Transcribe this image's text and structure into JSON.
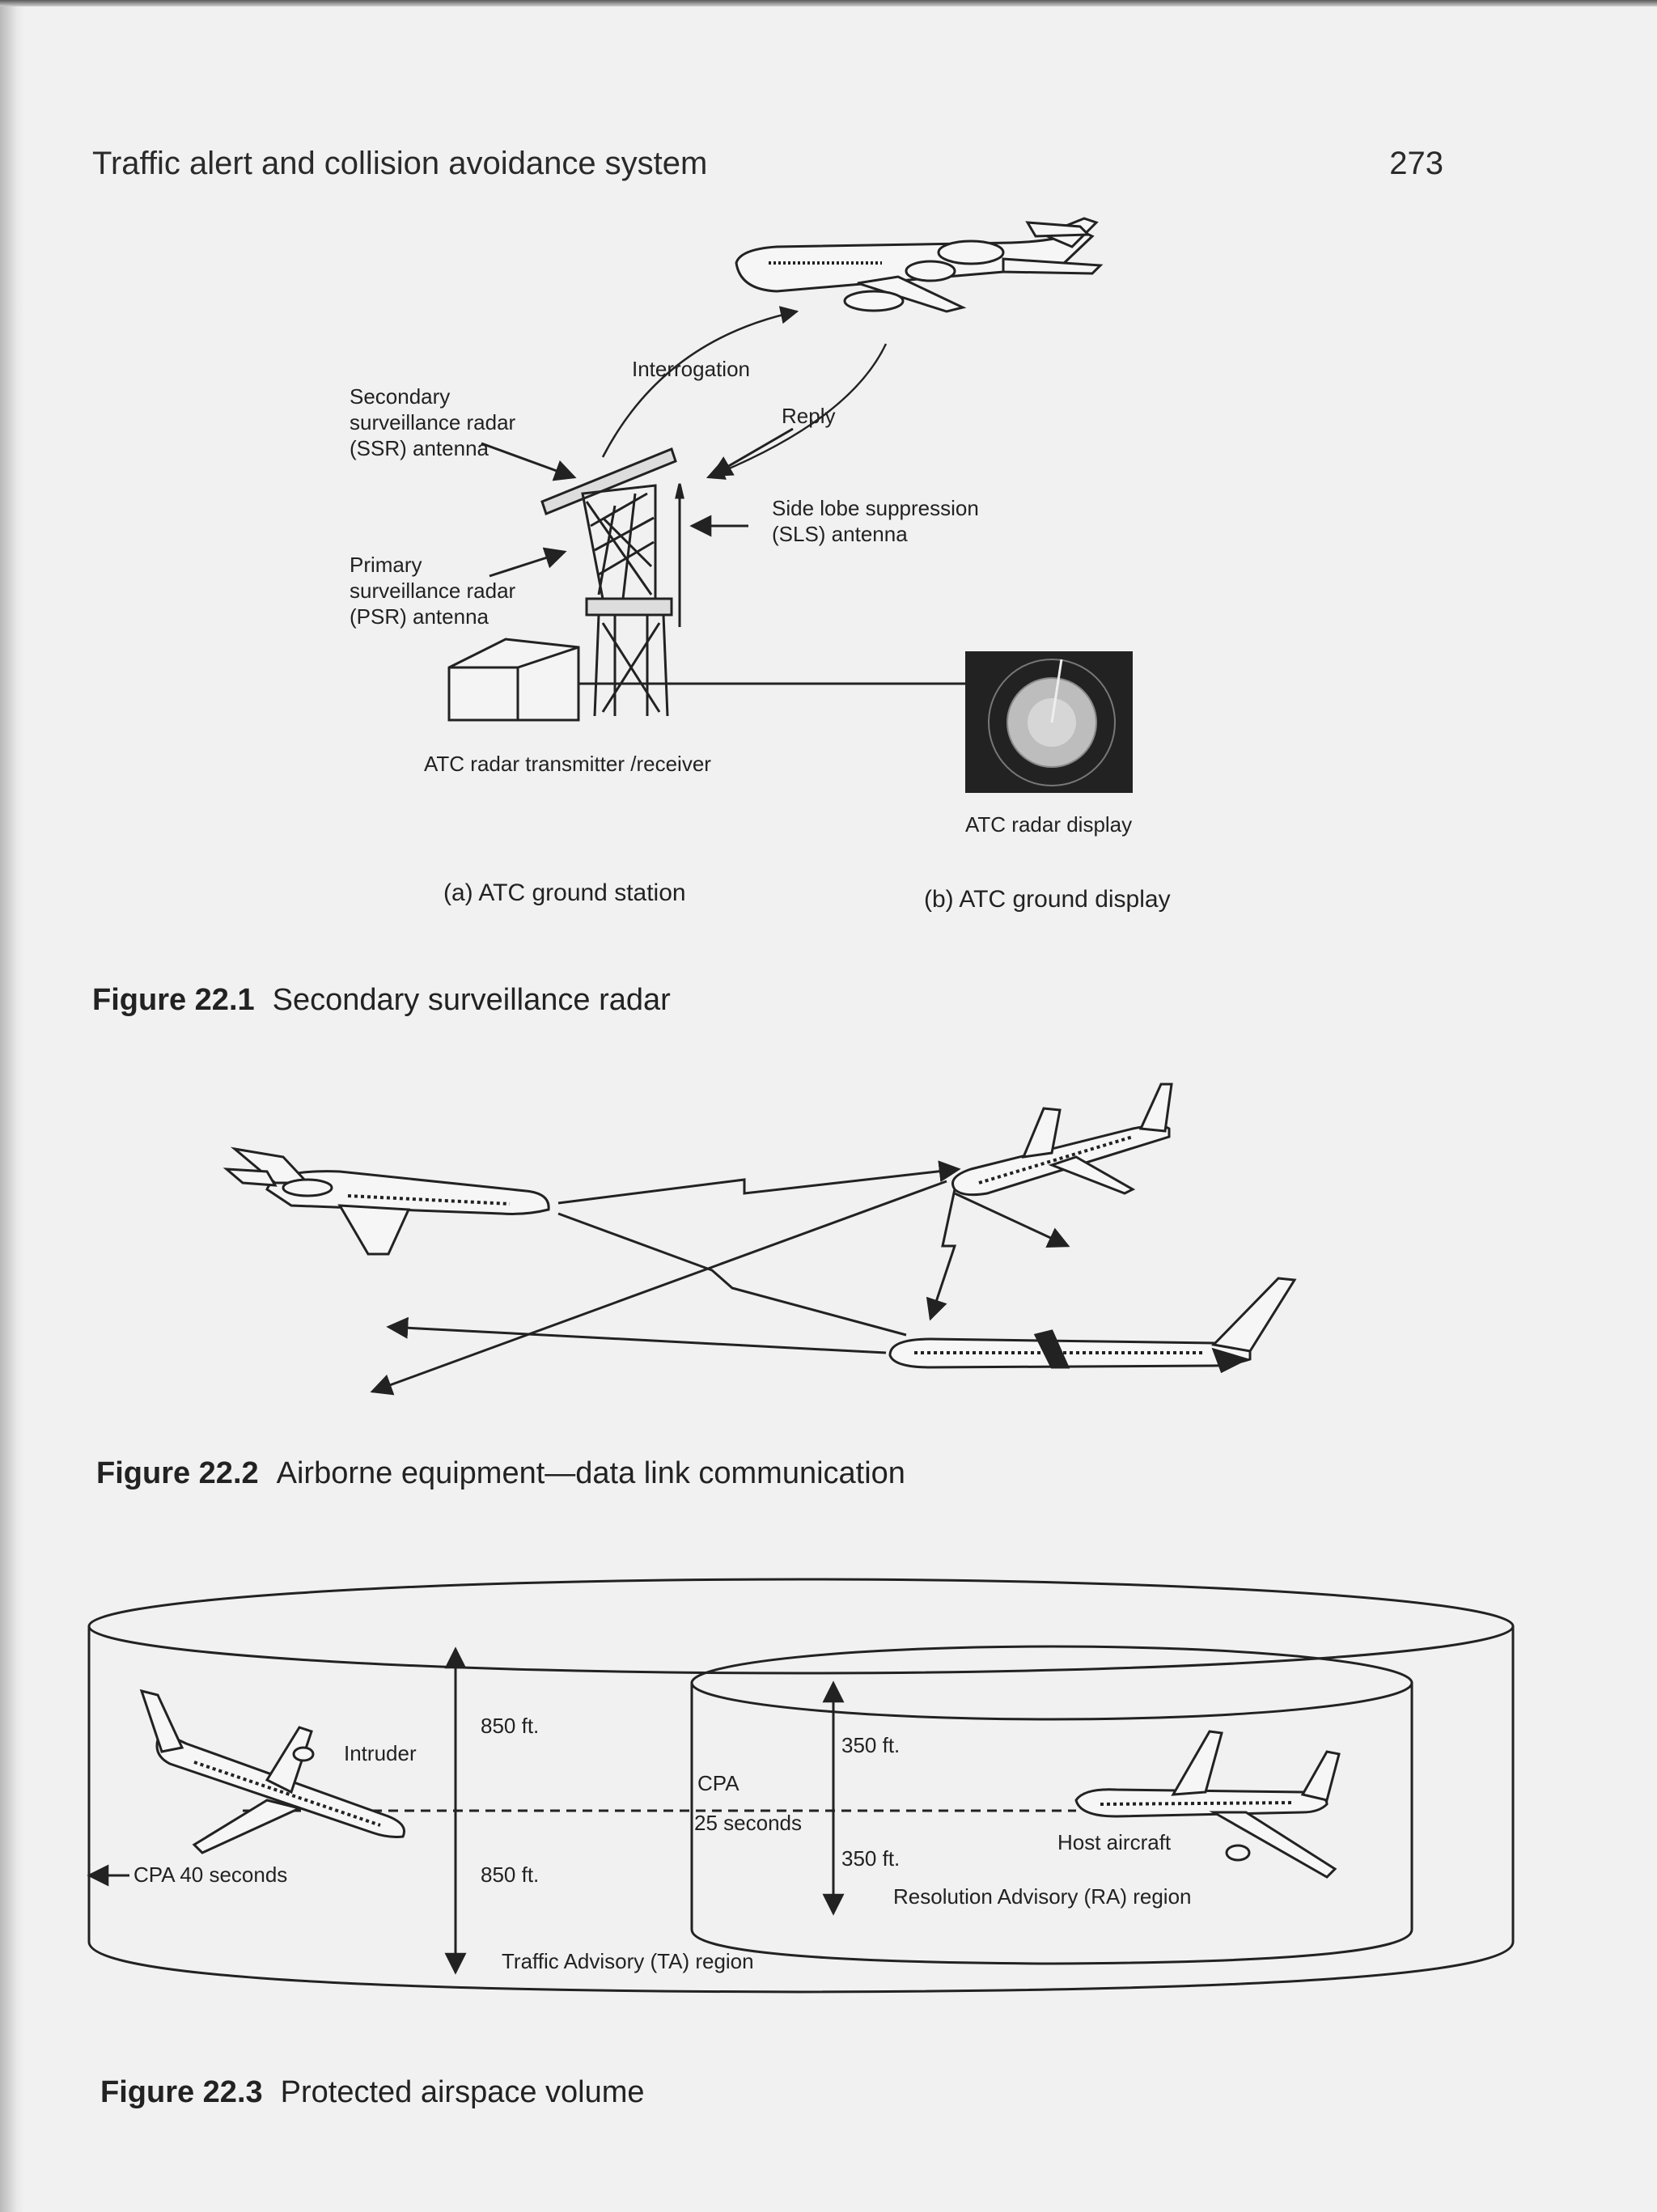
{
  "page": {
    "running_head": "Traffic alert and collision avoidance system",
    "page_number": "273"
  },
  "figure1": {
    "labels": {
      "interrogation": "Interrogation",
      "reply": "Reply",
      "ssr_antenna": "Secondary\nsurveillance radar\n(SSR) antenna",
      "sls_antenna": "Side lobe suppression\n(SLS) antenna",
      "psr_antenna": "Primary\nsurveillance radar\n(PSR) antenna",
      "transmitter": "ATC radar transmitter /receiver",
      "display": "ATC radar display"
    },
    "sub_caption_a": "(a) ATC ground station",
    "sub_caption_b": "(b) ATC ground display",
    "caption_number": "Figure 22.1",
    "caption_text": "Secondary surveillance radar"
  },
  "figure2": {
    "caption_number": "Figure 22.2",
    "caption_text": "Airborne equipment—data link communication"
  },
  "figure3": {
    "labels": {
      "intruder": "Intruder",
      "ta_top": "850 ft.",
      "ta_bottom": "850 ft.",
      "ra_top": "350 ft.",
      "ra_bottom": "350 ft.",
      "cpa": "CPA",
      "cpa_time": "25 seconds",
      "cpa_40": "CPA 40 seconds",
      "host": "Host aircraft",
      "ra_region": "Resolution Advisory (RA) region",
      "ta_region": "Traffic Advisory (TA) region"
    },
    "caption_number": "Figure 22.3",
    "caption_text": "Protected airspace volume"
  }
}
